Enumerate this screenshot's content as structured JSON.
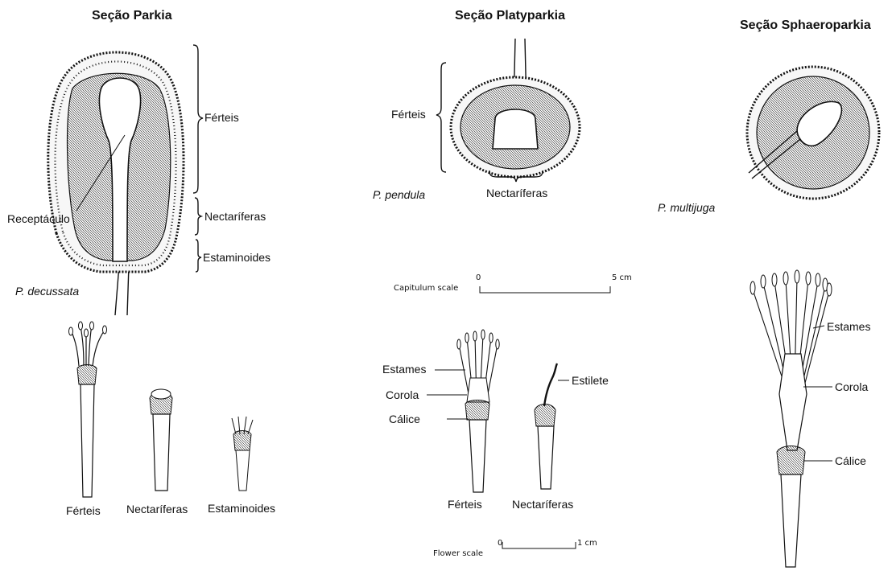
{
  "sections": [
    {
      "title": "Seção Parkia",
      "species": "P. decussata",
      "capitulum_labels": {
        "ferteis": "Férteis",
        "receptaculo": "Receptáculo",
        "nectariferas": "Nectaríferas",
        "estaminoides": "Estaminoides"
      },
      "flower_labels": [
        "Férteis",
        "Nectaríferas",
        "Estaminoides"
      ]
    },
    {
      "title": "Seção Platyparkia",
      "species": "P. pendula",
      "capitulum_labels": {
        "ferteis": "Férteis",
        "nectariferas": "Nectaríferas"
      },
      "flower_part_labels": {
        "estames": "Estames",
        "corola": "Corola",
        "calice": "Cálice",
        "estilete": "Estilete"
      },
      "flower_labels": [
        "Férteis",
        "Nectaríferas"
      ]
    },
    {
      "title": "Seção Sphaeroparkia",
      "species": "P. multijuga",
      "flower_part_labels": {
        "estames": "Estames",
        "corola": "Corola",
        "calice": "Cálice"
      }
    }
  ],
  "scales": {
    "capitulum": {
      "label": "Capitulum scale",
      "zero": "0",
      "max": "5 cm"
    },
    "flower": {
      "label": "Flower scale",
      "zero": "0",
      "max": "1 cm"
    }
  }
}
